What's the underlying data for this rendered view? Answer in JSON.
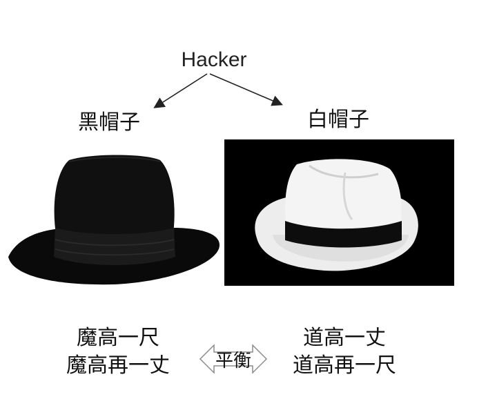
{
  "root_label": "Hacker",
  "black_hat": {
    "label": "黑帽子",
    "phrases": [
      "魔高一尺",
      "魔高再一丈"
    ]
  },
  "white_hat": {
    "label": "白帽子",
    "phrases": [
      "道高一丈",
      "道高再一尺"
    ]
  },
  "balance": {
    "label": "平衡"
  },
  "colors": {
    "black_hat": "#0a0a0a",
    "white_hat": "#f2f2f2",
    "photo_background": "#000000"
  },
  "icons": [
    "arrow-left-icon",
    "arrow-right-icon",
    "double-arrow-icon",
    "black-hat-image",
    "white-hat-image"
  ]
}
